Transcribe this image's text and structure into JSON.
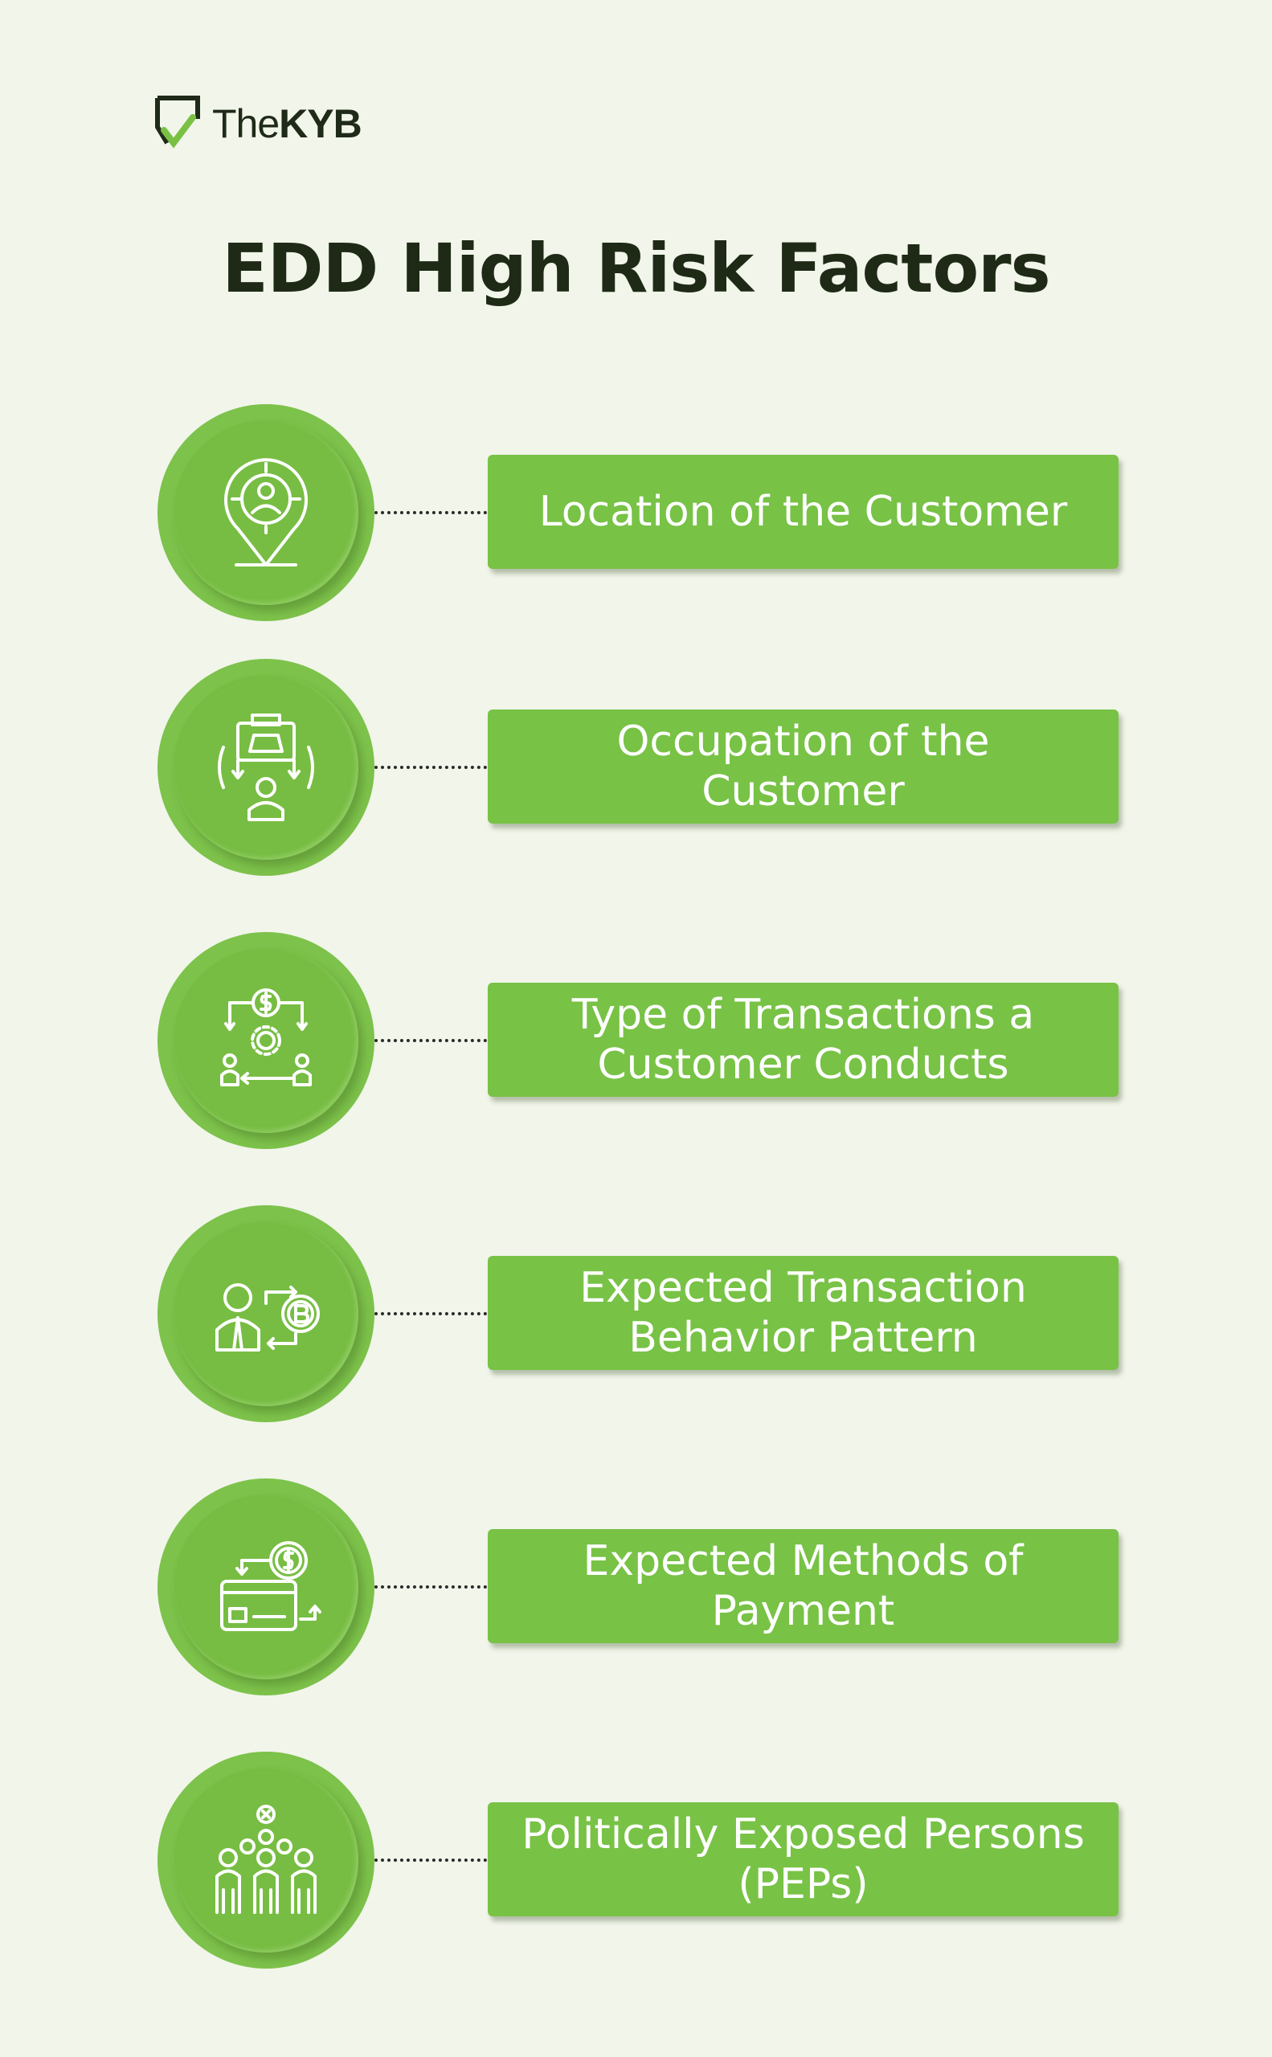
{
  "brand": {
    "name_the": "The",
    "name_kyb": "KYB",
    "accent": "#7ac143"
  },
  "title": "EDD High Risk Factors",
  "factors": [
    {
      "icon": "location-person-icon",
      "label": "Location of the Customer"
    },
    {
      "icon": "occupation-icon",
      "label": "Occupation of the Customer"
    },
    {
      "icon": "transaction-cycle-icon",
      "label": "Type of Transactions a\nCustomer Conducts"
    },
    {
      "icon": "bitcoin-exchange-icon",
      "label": "Expected Transaction\nBehavior Pattern"
    },
    {
      "icon": "payment-card-icon",
      "label": "Expected Methods of\nPayment"
    },
    {
      "icon": "people-group-icon",
      "label": "Politically Exposed Persons\n(PEPs)"
    }
  ]
}
